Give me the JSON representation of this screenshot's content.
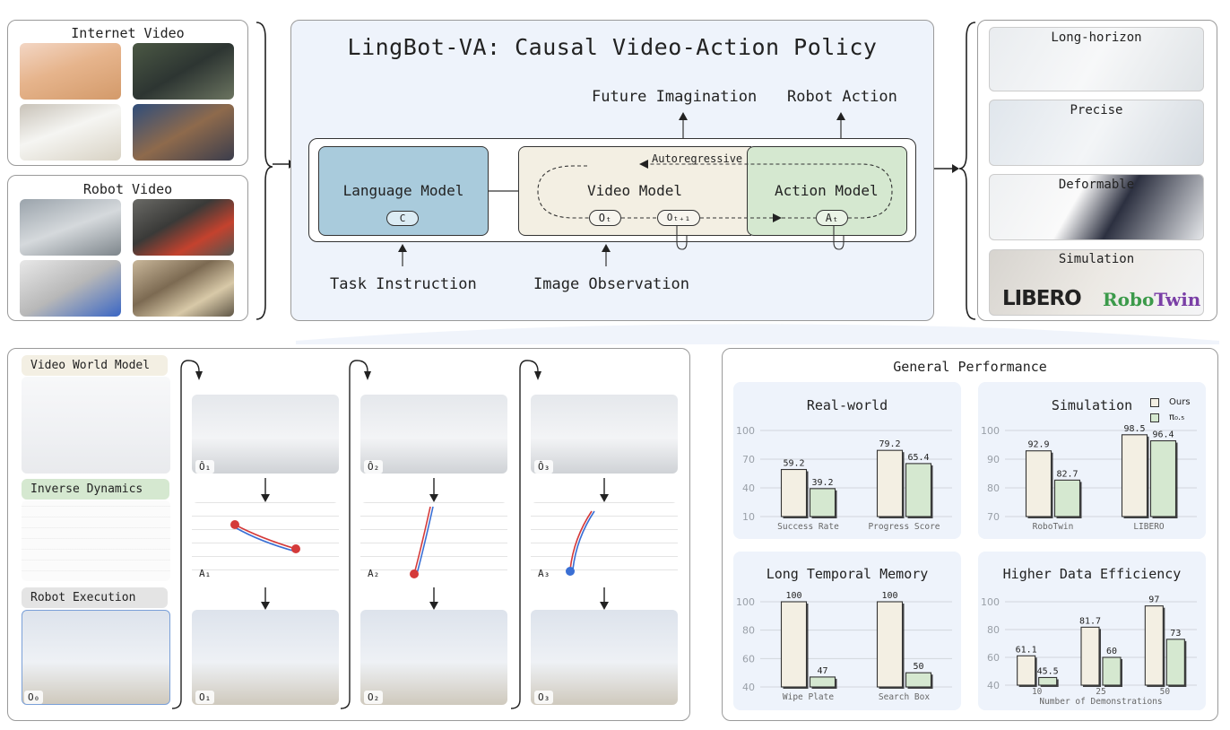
{
  "left_top": {
    "title": "Internet Video"
  },
  "left_bottom": {
    "title": "Robot Video"
  },
  "main": {
    "title": "LingBot-VA: Causal Video-Action Policy",
    "future_imagination": "Future Imagination",
    "robot_action": "Robot Action",
    "language_model": "Language Model",
    "video_model": "Video Model",
    "action_model": "Action Model",
    "autoregressive": "Autoregressive",
    "token_c": "C",
    "token_ot": "Oₜ",
    "token_ot1": "Oₜ₊₁",
    "token_at": "Aₜ",
    "task_instruction": "Task Instruction",
    "image_observation": "Image Observation"
  },
  "right": {
    "items": [
      "Long-horizon",
      "Precise",
      "Deformable",
      "Simulation"
    ],
    "libero_logo": "LIBERO",
    "robotwin_logo_a": "Robo",
    "robotwin_logo_b": "Twin"
  },
  "bottom_left": {
    "tags": [
      "Video World Model",
      "Inverse Dynamics",
      "Robot Execution"
    ],
    "labels": {
      "o0": "O₀",
      "oh1": "Ô₁",
      "oh2": "Ô₂",
      "oh3": "Ô₃",
      "a1": "A₁",
      "a2": "A₂",
      "a3": "A₃",
      "o1": "O₁",
      "o2": "O₂",
      "o3": "O₃"
    }
  },
  "performance": {
    "title": "General Performance",
    "legend": [
      "Ours",
      "π₀.₅"
    ],
    "colors": {
      "ours": "#f3efe3",
      "pi05": "#d5e8d0",
      "panel": "#eef3fb"
    }
  },
  "chart_data": [
    {
      "type": "bar",
      "title": "Real-world",
      "categories": [
        "Success Rate",
        "Progress Score"
      ],
      "series": [
        {
          "name": "Ours",
          "values": [
            59.2,
            79.2
          ]
        },
        {
          "name": "π₀.₅",
          "values": [
            39.2,
            65.4
          ]
        }
      ],
      "ylim": [
        10,
        100
      ],
      "yticks": [
        10,
        40,
        70,
        100
      ],
      "xlabel": ""
    },
    {
      "type": "bar",
      "title": "Simulation",
      "categories": [
        "RoboTwin",
        "LIBERO"
      ],
      "series": [
        {
          "name": "Ours",
          "values": [
            92.9,
            98.5
          ]
        },
        {
          "name": "π₀.₅",
          "values": [
            82.7,
            96.4
          ]
        }
      ],
      "ylim": [
        70,
        100
      ],
      "yticks": [
        70,
        80,
        90,
        100
      ],
      "legend": "top-right",
      "xlabel": ""
    },
    {
      "type": "bar",
      "title": "Long Temporal Memory",
      "categories": [
        "Wipe Plate",
        "Search Box"
      ],
      "series": [
        {
          "name": "Ours",
          "values": [
            100,
            100
          ]
        },
        {
          "name": "π₀.₅",
          "values": [
            47,
            50
          ]
        }
      ],
      "ylim": [
        40,
        100
      ],
      "yticks": [
        40,
        60,
        80,
        100
      ],
      "xlabel": ""
    },
    {
      "type": "bar",
      "title": "Higher Data Efficiency",
      "categories": [
        "10",
        "25",
        "50"
      ],
      "series": [
        {
          "name": "Ours",
          "values": [
            61.1,
            81.7,
            97.0
          ]
        },
        {
          "name": "π₀.₅",
          "values": [
            45.5,
            60.0,
            73.0
          ]
        }
      ],
      "ylim": [
        40,
        100
      ],
      "yticks": [
        40,
        60,
        80,
        100
      ],
      "xlabel": "Number of Demonstrations"
    }
  ]
}
